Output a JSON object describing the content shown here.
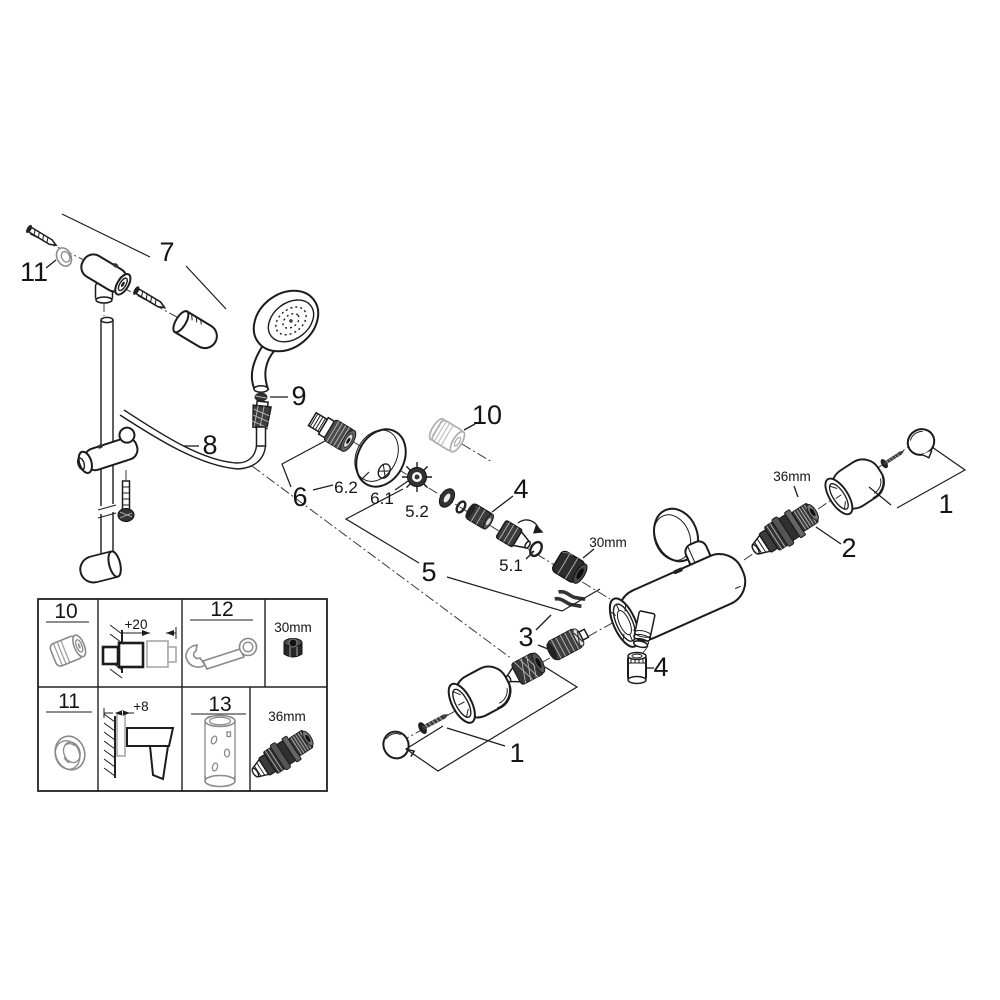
{
  "figure": {
    "kind": "exploded-parts-diagram",
    "subject": "Thermostatic shower mixer with hand shower, hose and shower rail set",
    "background_color": "#ffffff",
    "line_color": "#1c1c1c",
    "ghost_color": "#adadad"
  },
  "callouts": {
    "part11": "11",
    "part7": "7",
    "part9": "9",
    "part8": "8",
    "part10": "10",
    "part6": "6",
    "part6_2": "6.2",
    "part6_1": "6.1",
    "part5_2": "5.2",
    "part4_top": "4",
    "part5": "5",
    "part5_1": "5.1",
    "size_30mm": "30mm",
    "part3": "3",
    "part4_bottom": "4",
    "size_36mm": "36mm",
    "part2": "2",
    "part1_right": "1",
    "part1_left": "1"
  },
  "legend_table": {
    "rows": [
      [
        {
          "label": "10",
          "depicts": "extension piece"
        },
        {
          "label": "+20",
          "depicts": "wall extension dimension drawing"
        },
        {
          "label": "12",
          "depicts": "open-end ring wrench"
        },
        {
          "label": "30mm",
          "depicts": "hex nut"
        }
      ],
      [
        {
          "label": "11",
          "depicts": "spacer ring"
        },
        {
          "label": "+8",
          "depicts": "wall spacer dimension drawing"
        },
        {
          "label": "13",
          "depicts": "extension sleeve"
        },
        {
          "label": "36mm",
          "depicts": "thermostatic cartridge"
        }
      ]
    ]
  }
}
